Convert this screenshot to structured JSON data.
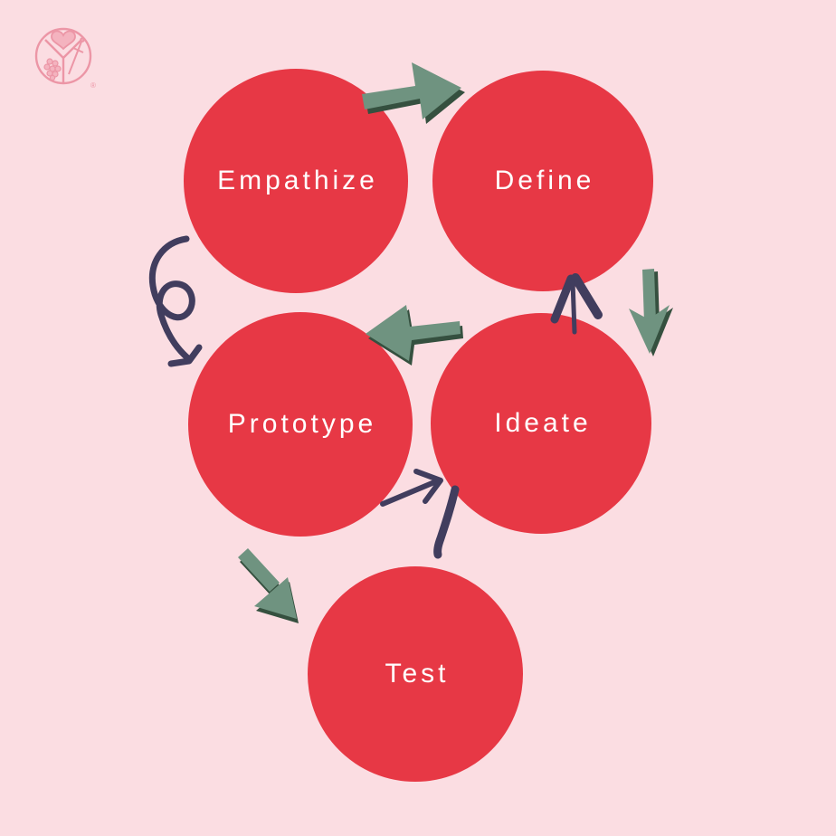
{
  "page": {
    "background_color": "#fbdde2"
  },
  "logo": {
    "description": "circular emblem containing a heart, grape cluster and sword divided by a Y",
    "registered_symbol": "®",
    "color": "#ec96a6"
  },
  "diagram": {
    "type": "cycle",
    "stages": [
      {
        "id": "empathize",
        "label": "Empathize"
      },
      {
        "id": "define",
        "label": "Define"
      },
      {
        "id": "prototype",
        "label": "Prototype"
      },
      {
        "id": "ideate",
        "label": "Ideate"
      },
      {
        "id": "test",
        "label": "Test"
      }
    ],
    "connections": [
      {
        "from": "Empathize",
        "to": "Define",
        "style": "green-block-arrow",
        "direction": "right"
      },
      {
        "from": "Define",
        "to": "Ideate",
        "style": "green-block-arrow",
        "direction": "down"
      },
      {
        "from": "Ideate",
        "to": "Define",
        "style": "purple-drawn-arrow",
        "direction": "up"
      },
      {
        "from": "Ideate",
        "to": "Prototype",
        "style": "green-block-arrow",
        "direction": "left"
      },
      {
        "from": "Empathize",
        "to": "Prototype",
        "style": "purple-loop-arrow",
        "direction": "down"
      },
      {
        "from": "Prototype",
        "to": "Ideate",
        "style": "purple-drawn-arrow",
        "direction": "up-right"
      },
      {
        "from": "Ideate",
        "to": "Test",
        "style": "purple-curved-stroke",
        "direction": "down"
      },
      {
        "from": "Prototype",
        "to": "Test",
        "style": "green-block-arrow",
        "direction": "down-right"
      }
    ],
    "colors": {
      "circle_fill": "#e73845",
      "label_text": "#ffffff",
      "arrow_green": "#6f9380",
      "arrow_green_shadow": "#35503f",
      "arrow_purple": "#413d5e"
    }
  }
}
